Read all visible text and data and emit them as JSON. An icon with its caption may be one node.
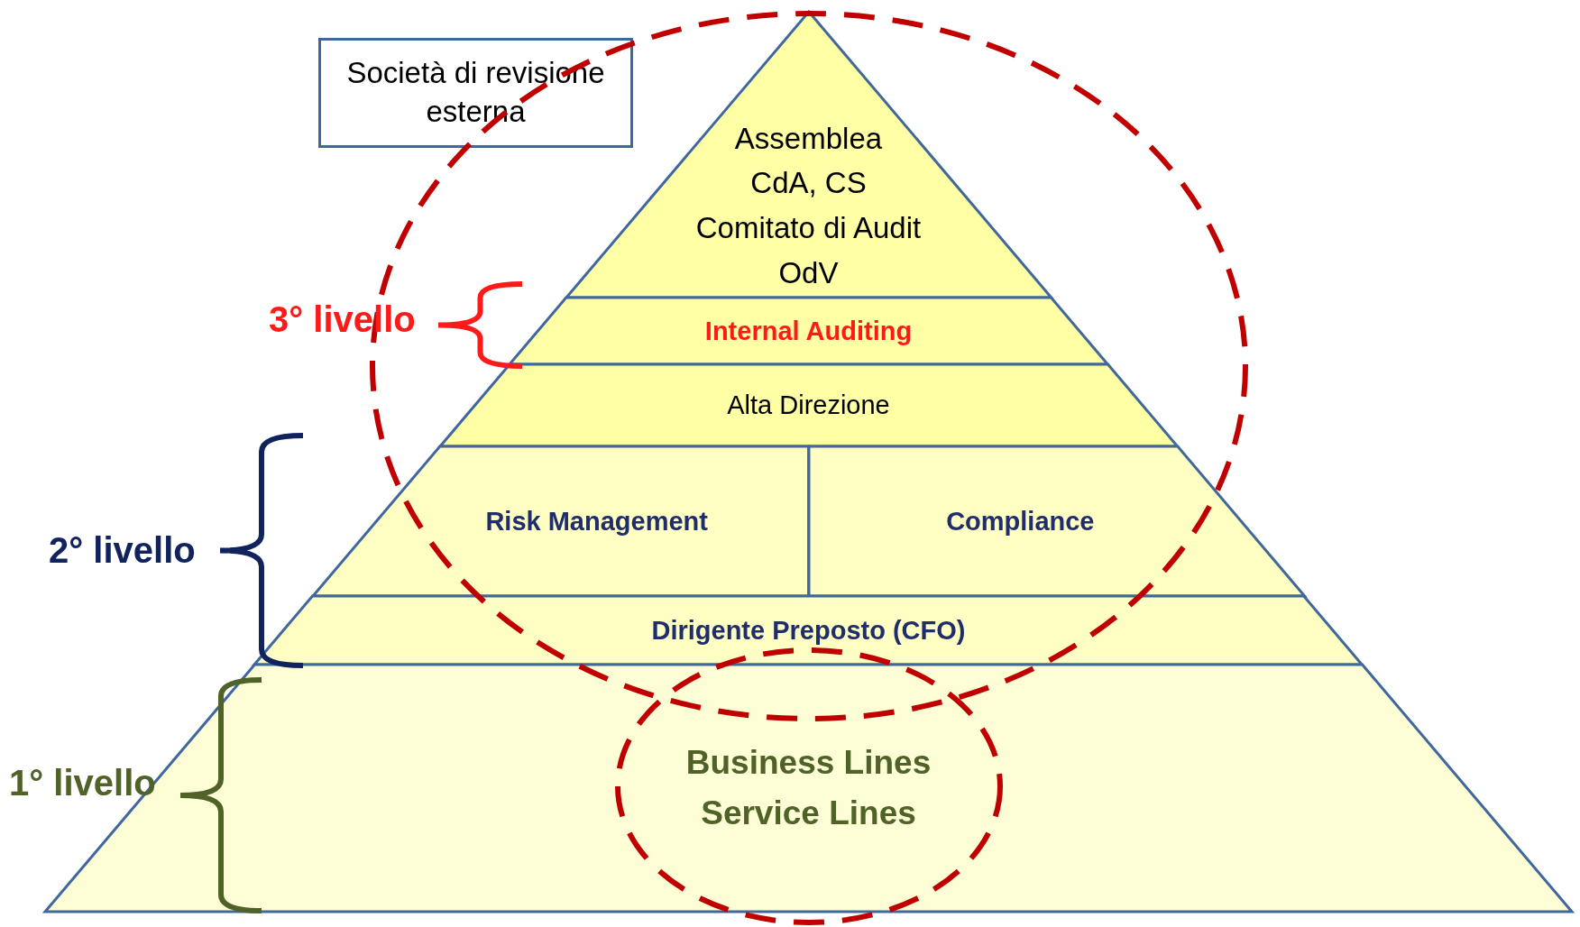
{
  "diagram": {
    "nodes": [
      {
        "text": [
          "Società di revisione esterna"
        ]
      },
      {
        "text": [
          "Assemblea",
          "CdA, CS",
          "Comitato di Audit",
          "OdV"
        ]
      },
      {
        "text": [
          "Internal Auditing"
        ]
      },
      {
        "text": [
          "Alta Direzione"
        ]
      },
      {
        "text": [
          "Risk Management"
        ]
      },
      {
        "text": [
          "Compliance"
        ]
      },
      {
        "text": [
          "Dirigente Preposto (CFO)"
        ]
      },
      {
        "text": [
          "Business Lines",
          "Service Lines"
        ]
      }
    ],
    "edges": [],
    "labels": [
      "3° livello",
      "2° livello",
      "1° livello"
    ]
  }
}
